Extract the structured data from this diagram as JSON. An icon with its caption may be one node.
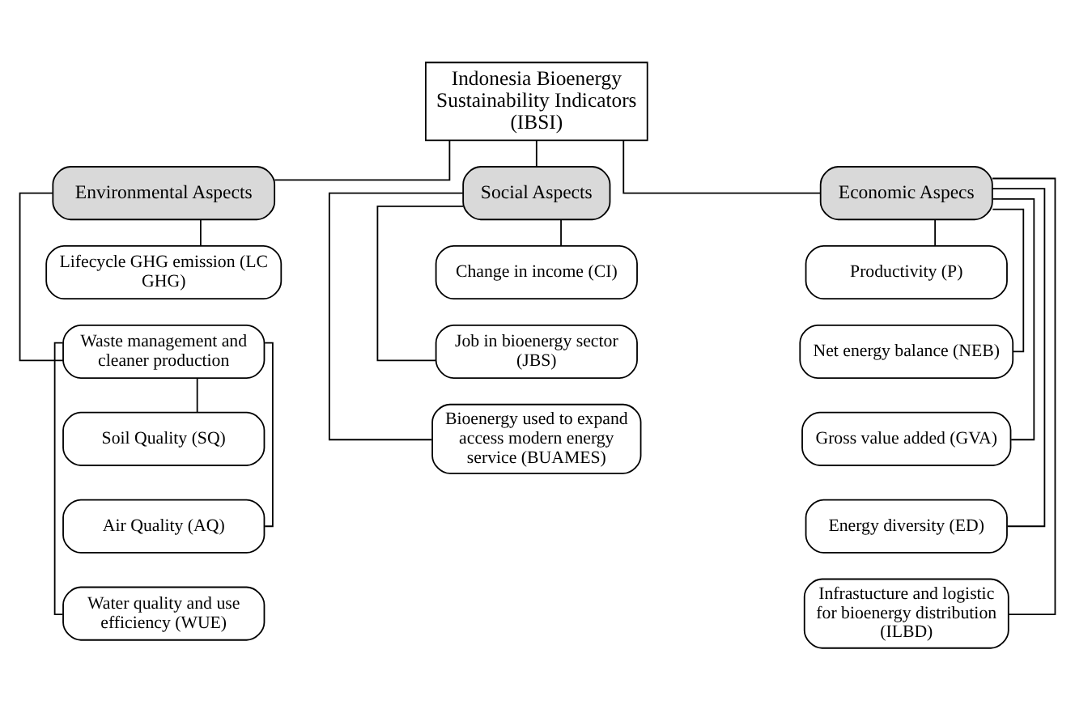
{
  "diagram": {
    "nodes": [
      {
        "text": [
          "Indonesia Bioenergy Sustainability Indicators (IBSI)"
        ]
      },
      {
        "text": [
          "Environmental Aspects"
        ]
      },
      {
        "text": [
          "Social Aspects"
        ]
      },
      {
        "text": [
          "Economic Aspecs"
        ]
      },
      {
        "text": [
          "Lifecycle GHG emission (LC GHG)"
        ]
      },
      {
        "text": [
          "Waste management and cleaner production"
        ]
      },
      {
        "text": [
          "Soil Quality (SQ)"
        ]
      },
      {
        "text": [
          "Air Quality (AQ)"
        ]
      },
      {
        "text": [
          "Water quality and use efficiency (WUE)"
        ]
      },
      {
        "text": [
          "Change in income (CI)"
        ]
      },
      {
        "text": [
          "Job in bioenergy sector (JBS)"
        ]
      },
      {
        "text": [
          "Bioenergy used to expand access modern energy service (BUAMES)"
        ]
      },
      {
        "text": [
          "Productivity (P)"
        ]
      },
      {
        "text": [
          "Net energy balance (NEB)"
        ]
      },
      {
        "text": [
          "Gross value added (GVA)"
        ]
      },
      {
        "text": [
          "Energy diversity (ED)"
        ]
      },
      {
        "text": [
          "Infrastucture and logistic for bioenergy distribution (ILBD)"
        ]
      }
    ],
    "edges": [
      {
        "from": 0,
        "to": 1,
        "arrow": "none"
      },
      {
        "from": 0,
        "to": 2,
        "arrow": "none"
      },
      {
        "from": 0,
        "to": 3,
        "arrow": "none"
      },
      {
        "from": 1,
        "to": 4,
        "arrow": "none"
      },
      {
        "from": 1,
        "to": 5,
        "arrow": "none"
      },
      {
        "from": 5,
        "to": 6,
        "arrow": "none"
      },
      {
        "from": 5,
        "to": 7,
        "arrow": "none"
      },
      {
        "from": 5,
        "to": 8,
        "arrow": "none"
      },
      {
        "from": 2,
        "to": 9,
        "arrow": "none"
      },
      {
        "from": 2,
        "to": 10,
        "arrow": "none"
      },
      {
        "from": 2,
        "to": 11,
        "arrow": "none"
      },
      {
        "from": 3,
        "to": 12,
        "arrow": "none"
      },
      {
        "from": 3,
        "to": 13,
        "arrow": "none"
      },
      {
        "from": 3,
        "to": 14,
        "arrow": "none"
      },
      {
        "from": 3,
        "to": 15,
        "arrow": "none"
      },
      {
        "from": 3,
        "to": 16,
        "arrow": "none"
      }
    ]
  }
}
